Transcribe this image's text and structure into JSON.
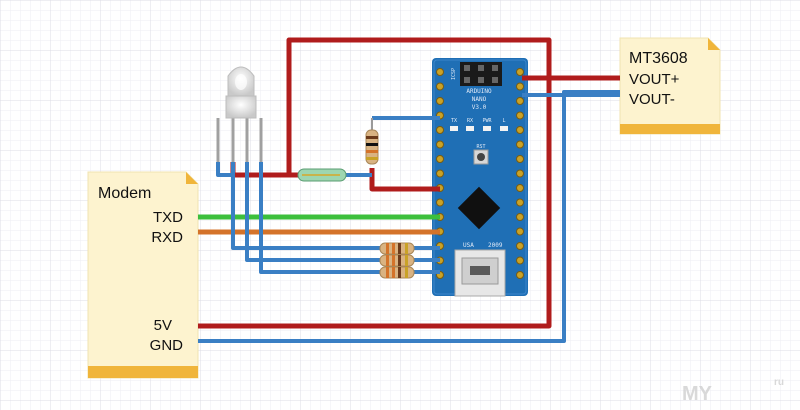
{
  "modem_note": {
    "title": "Modem",
    "pins": {
      "txd": "TXD",
      "rxd": "RXD",
      "v5": "5V",
      "gnd": "GND"
    }
  },
  "converter_note": {
    "title": "MT3608",
    "pins": {
      "vout_plus": "VOUT+",
      "vout_minus": "VOUT-"
    }
  },
  "board": {
    "lines": [
      "ARDUINO",
      "NANO",
      "V3.0"
    ],
    "leds": {
      "tx": "TX",
      "rx": "RX",
      "pwr": "PWR",
      "l": "L"
    },
    "reset_label": "RST",
    "usb_label": "USA",
    "year_label": "2009",
    "header_label": "ICSP"
  },
  "watermark": {
    "text": "MY",
    "suffix": "ru"
  },
  "colors": {
    "board": "#1f6fb5",
    "wire_red": "#b01c1c",
    "wire_blue": "#3a7fc4",
    "wire_green": "#3cbf3c",
    "wire_orange": "#d4732a",
    "note_fill": "#fdf3cf",
    "note_corner": "#f0b53b",
    "grid": "#e6e6ec"
  }
}
